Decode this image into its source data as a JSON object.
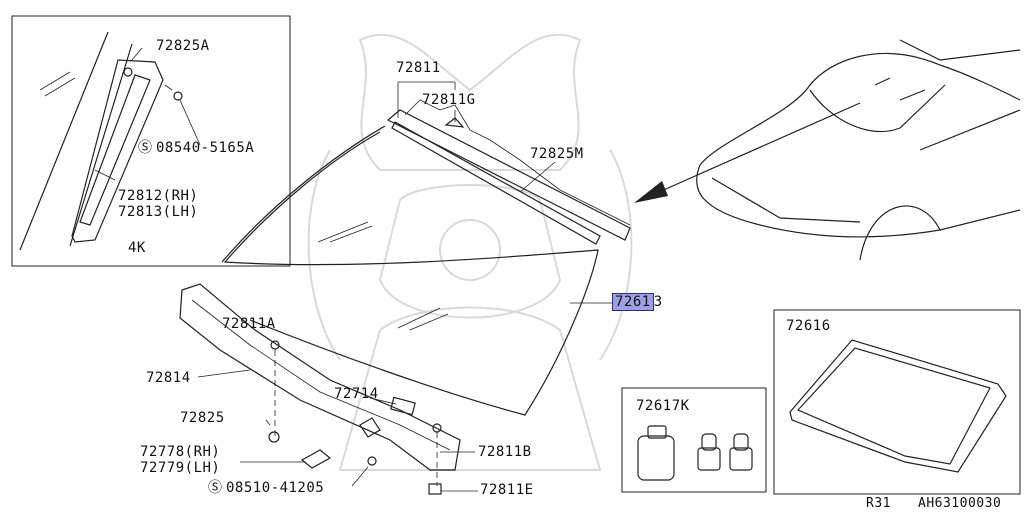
{
  "callouts": {
    "p72825A": "72825A",
    "p08540": "08540-5165A",
    "p72812": "72812(RH)",
    "p72813": "72813(LH)",
    "p4K": "4K",
    "p72811": "72811",
    "p72811G": "72811G",
    "p72825M": "72825M",
    "p72613_hl": "7261",
    "p72613_tail": "3",
    "p72811A": "72811A",
    "p72814": "72814",
    "p72714": "72714",
    "p72825": "72825",
    "p72778": "72778(RH)",
    "p72779": "72779(LH)",
    "p08510": "08510-41205",
    "p72811B": "72811B",
    "p72811E": "72811E",
    "p72616": "72616",
    "p72617K": "72617K"
  },
  "footer": {
    "model": "R31",
    "code": "AH63100030"
  },
  "colors": {
    "highlight": "#9f9fe3",
    "line": "#222222",
    "watermark": "#d9d9d9"
  },
  "icons": {
    "screw_symbol": "S-circle-icon"
  }
}
